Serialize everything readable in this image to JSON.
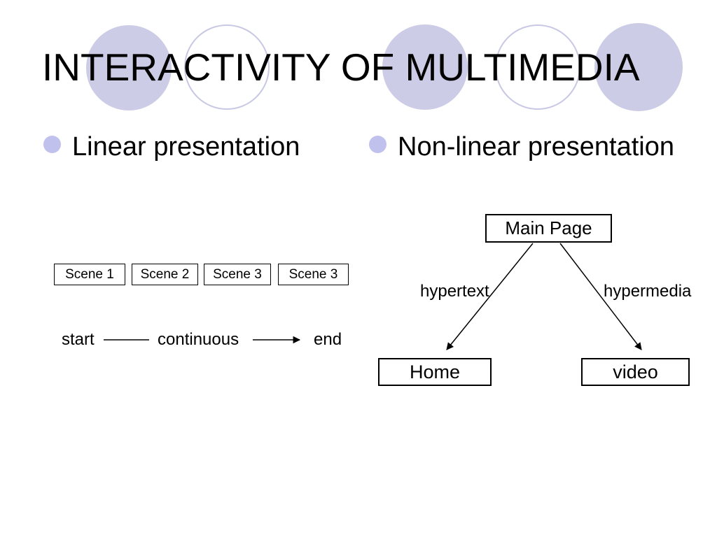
{
  "slide": {
    "title": "INTERACTIVITY OF MULTIMEDIA",
    "bullets": [
      {
        "label": "Linear presentation"
      },
      {
        "label": "Non-linear presentation"
      }
    ]
  },
  "linear_diagram": {
    "scenes": [
      "Scene 1",
      "Scene 2",
      "Scene 3",
      "Scene 3"
    ],
    "flow": {
      "start": "start",
      "middle": "continuous",
      "end": "end"
    }
  },
  "nonlinear_diagram": {
    "root": "Main Page",
    "edges": [
      {
        "label": "hypertext"
      },
      {
        "label": "hypermedia"
      }
    ],
    "children": [
      {
        "label": "Home"
      },
      {
        "label": "video"
      }
    ]
  },
  "colors": {
    "background": "#ffffff",
    "text": "#000000",
    "circle_fill": "#cccce6",
    "circle_ring": "#c8c8e4",
    "bullet": "#c1c1ed",
    "line": "#000000"
  }
}
